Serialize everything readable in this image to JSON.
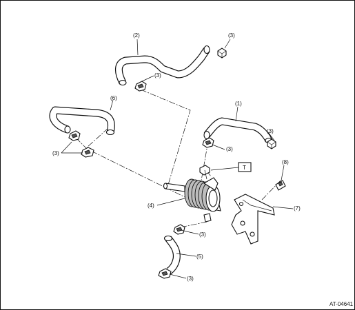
{
  "diagram": {
    "reference_code": "AT-04641",
    "callouts": {
      "hose_1": "(1)",
      "hose_2": "(2)",
      "clamp": "(3)",
      "cooler": "(4)",
      "hose_5": "(5)",
      "hose_6": "(6)",
      "bracket": "(7)",
      "clip": "(8)"
    },
    "torque_box": "T"
  }
}
